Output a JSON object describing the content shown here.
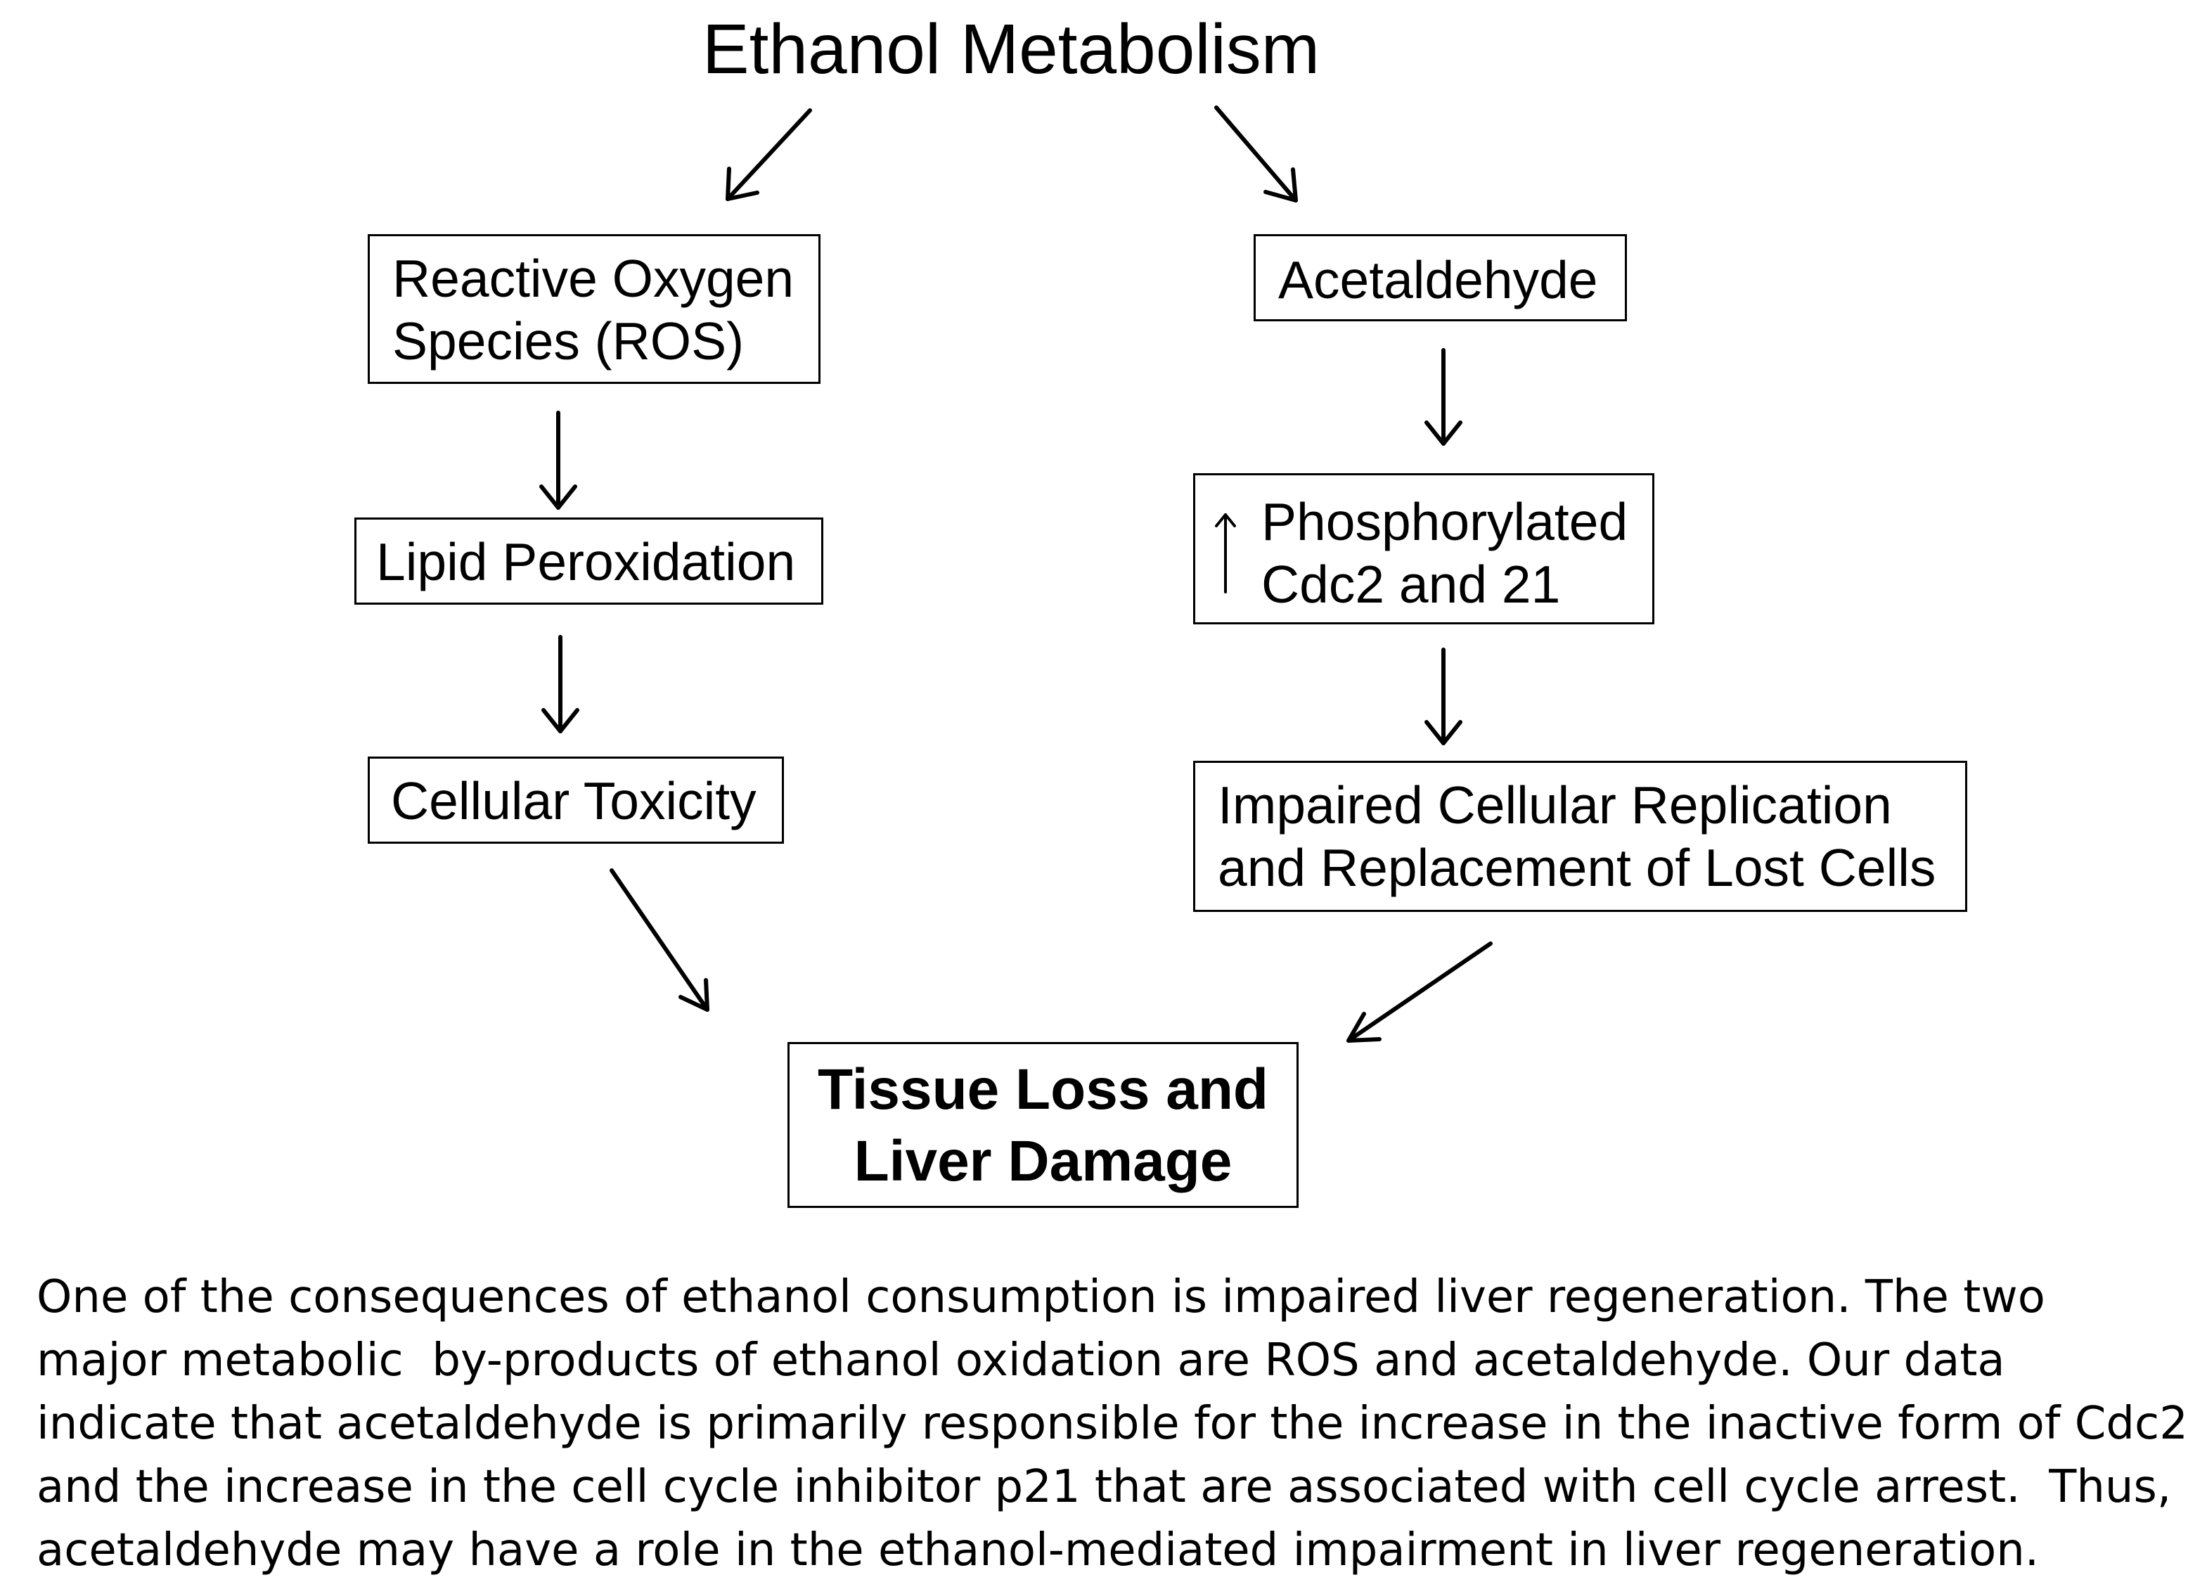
{
  "title": "Ethanol Metabolism",
  "boxes": {
    "ros": [
      "Reactive Oxygen",
      "Species (ROS)"
    ],
    "lipid": [
      "Lipid Peroxidation"
    ],
    "toxicity": [
      "Cellular Toxicity"
    ],
    "acetaldehyde": [
      "Acetaldehyde"
    ],
    "phosphorylated": [
      "Phosphorylated",
      "Cdc2 and 21"
    ],
    "impaired": [
      "Impaired Cellular Replication",
      "and Replacement of Lost Cells"
    ],
    "tissue": [
      "Tissue Loss and",
      "Liver Damage"
    ]
  },
  "caption": [
    "One of the consequences of ethanol consumption is impaired liver regeneration. The two",
    "major metabolic  by-products of ethanol oxidation are ROS and acetaldehyde. Our data",
    "indicate that acetaldehyde is primarily responsible for the increase in the inactive form of Cdc2",
    "and the increase in the cell cycle inhibitor p21 that are associated with cell cycle arrest.  Thus,",
    "acetaldehyde may have a role in the ethanol-mediated impairment in liver regeneration."
  ]
}
